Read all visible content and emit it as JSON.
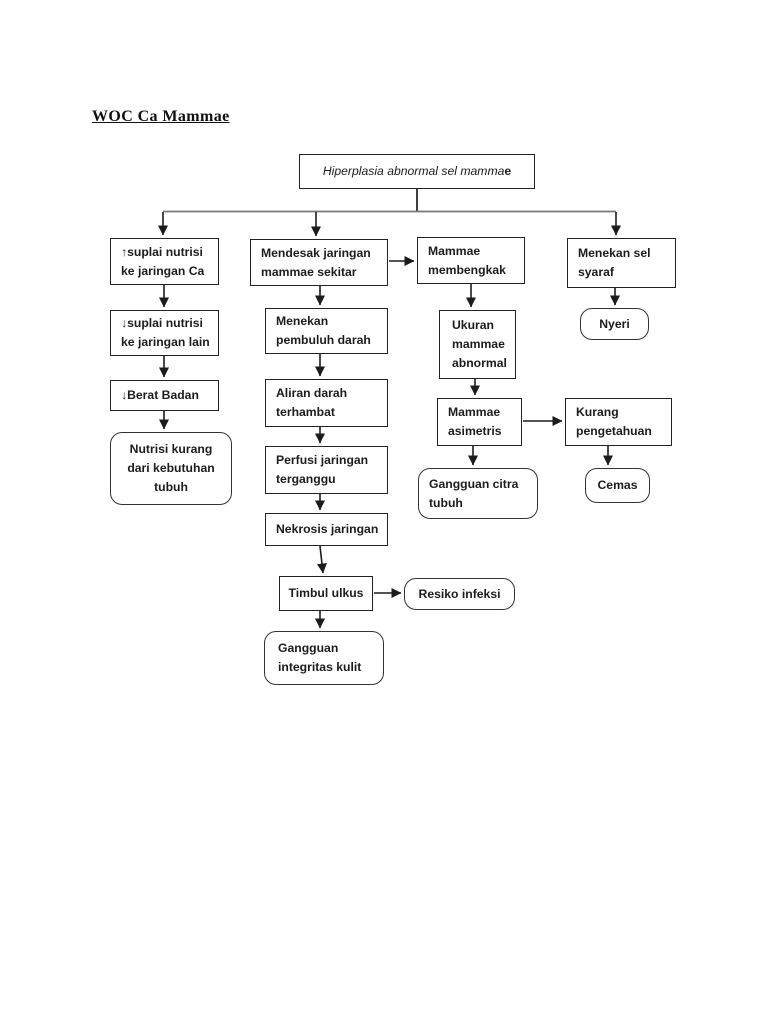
{
  "page": {
    "title": "WOC Ca Mammae"
  },
  "root": {
    "text_italic": "Hiperplasia abnormal sel mamma",
    "text_bold": "e"
  },
  "nodes": {
    "suplai_ca": "↑suplai nutrisi\nke jaringan Ca",
    "suplai_lain": "↓suplai nutrisi\nke jaringan lain",
    "berat_badan": "↓Berat Badan",
    "nutrisi_kurang": "Nutrisi kurang\ndari kebutuhan\ntubuh",
    "mendesak": "Mendesak jaringan\nmammae sekitar",
    "menekan_pembuluh": "Menekan\npembuluh darah",
    "aliran_darah": "Aliran darah\nterhambat",
    "perfusi": "Perfusi jaringan\nterganggu",
    "nekrosis": "Nekrosis jaringan",
    "timbul_ulkus": "Timbul ulkus",
    "resiko_infeksi": "Resiko infeksi",
    "gangguan_kulit": "Gangguan\nintegritas kulit",
    "membengkak": "Mammae\nmembengkak",
    "ukuran_abnormal": "Ukuran\nmammae\nabnormal",
    "asimetris": "Mammae\nasimetris",
    "citra_tubuh": "Gangguan citra\ntubuh",
    "kurang_pengetahuan": "Kurang\npengetahuan",
    "cemas": "Cemas",
    "menekan_sel": "Menekan sel\nsyaraf",
    "nyeri": "Nyeri"
  },
  "colors": {
    "box_border": "#222222",
    "text": "#1c1c1c",
    "arrow": "#1c1c1c",
    "distributor_line": "#777777",
    "background": "#ffffff"
  }
}
